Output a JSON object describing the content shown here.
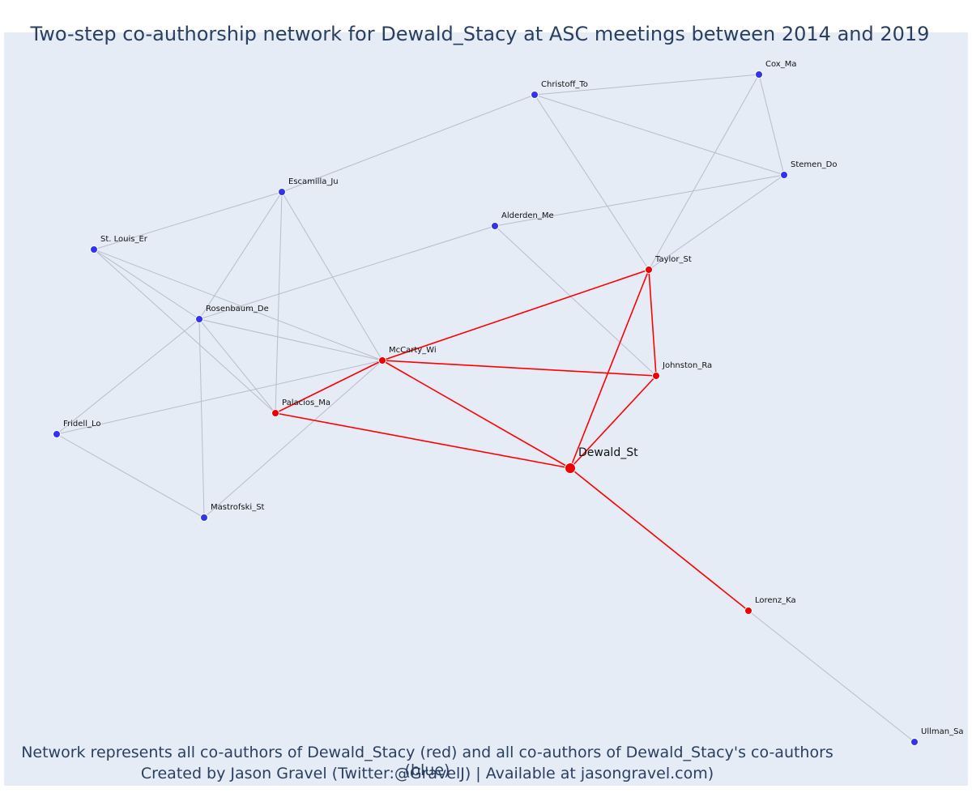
{
  "title": "Two-step co-authorship network for Dewald_Stacy at ASC meetings between 2014 and 2019",
  "caption": {
    "line1": "Network represents all co-authors of Dewald_Stacy (red) and all co-authors of Dewald_Stacy's co-authors (blue)",
    "line2": "Created by Jason Gravel (Twitter:@GravelJ) | Available at jasongravel.com)"
  },
  "colors": {
    "direct": "#ee0000",
    "indirect": "#3333ee",
    "edge_direct": "#ff0000",
    "edge_indirect": "#b8bccc",
    "background": "#e5ecf6"
  },
  "nodes": [
    {
      "id": "Dewald_St",
      "label": "Dewald_St",
      "group": "center"
    },
    {
      "id": "Taylor_St",
      "label": "Taylor_St",
      "group": "direct"
    },
    {
      "id": "Johnston_Ra",
      "label": "Johnston_Ra",
      "group": "direct"
    },
    {
      "id": "McCarty_Wi",
      "label": "McCarty_Wi",
      "group": "direct"
    },
    {
      "id": "Palacios_Ma",
      "label": "Palacios_Ma",
      "group": "direct"
    },
    {
      "id": "Lorenz_Ka",
      "label": "Lorenz_Ka",
      "group": "direct"
    },
    {
      "id": "Cox_Ma",
      "label": "Cox_Ma",
      "group": "indirect"
    },
    {
      "id": "Christoff_To",
      "label": "Christoff_To",
      "group": "indirect"
    },
    {
      "id": "Stemen_Do",
      "label": "Stemen_Do",
      "group": "indirect"
    },
    {
      "id": "Escamilla_Ju",
      "label": "Escamilla_Ju",
      "group": "indirect"
    },
    {
      "id": "Alderden_Me",
      "label": "Alderden_Me",
      "group": "indirect"
    },
    {
      "id": "St. Louis_Er",
      "label": "St. Louis_Er",
      "group": "indirect"
    },
    {
      "id": "Rosenbaum_De",
      "label": "Rosenbaum_De",
      "group": "indirect"
    },
    {
      "id": "Fridell_Lo",
      "label": "Fridell_Lo",
      "group": "indirect"
    },
    {
      "id": "Mastrofski_St",
      "label": "Mastrofski_St",
      "group": "indirect"
    },
    {
      "id": "Ullman_Sa",
      "label": "Ullman_Sa",
      "group": "indirect"
    }
  ],
  "edges": [
    [
      "Dewald_St",
      "Taylor_St"
    ],
    [
      "Dewald_St",
      "Johnston_Ra"
    ],
    [
      "Dewald_St",
      "McCarty_Wi"
    ],
    [
      "Dewald_St",
      "Palacios_Ma"
    ],
    [
      "Dewald_St",
      "Lorenz_Ka"
    ],
    [
      "Taylor_St",
      "Johnston_Ra"
    ],
    [
      "Taylor_St",
      "McCarty_Wi"
    ],
    [
      "McCarty_Wi",
      "Johnston_Ra"
    ],
    [
      "McCarty_Wi",
      "Palacios_Ma"
    ],
    [
      "Christoff_To",
      "Cox_Ma"
    ],
    [
      "Christoff_To",
      "Stemen_Do"
    ],
    [
      "Christoff_To",
      "Taylor_St"
    ],
    [
      "Christoff_To",
      "Escamilla_Ju"
    ],
    [
      "Cox_Ma",
      "Stemen_Do"
    ],
    [
      "Cox_Ma",
      "Taylor_St"
    ],
    [
      "Stemen_Do",
      "Taylor_St"
    ],
    [
      "Stemen_Do",
      "Alderden_Me"
    ],
    [
      "Alderden_Me",
      "Johnston_Ra"
    ],
    [
      "Alderden_Me",
      "Rosenbaum_De"
    ],
    [
      "Escamilla_Ju",
      "St. Louis_Er"
    ],
    [
      "Escamilla_Ju",
      "Rosenbaum_De"
    ],
    [
      "Escamilla_Ju",
      "Palacios_Ma"
    ],
    [
      "Escamilla_Ju",
      "McCarty_Wi"
    ],
    [
      "St. Louis_Er",
      "Rosenbaum_De"
    ],
    [
      "St. Louis_Er",
      "Palacios_Ma"
    ],
    [
      "St. Louis_Er",
      "McCarty_Wi"
    ],
    [
      "Rosenbaum_De",
      "McCarty_Wi"
    ],
    [
      "Rosenbaum_De",
      "Palacios_Ma"
    ],
    [
      "Rosenbaum_De",
      "Fridell_Lo"
    ],
    [
      "Rosenbaum_De",
      "Mastrofski_St"
    ],
    [
      "Fridell_Lo",
      "McCarty_Wi"
    ],
    [
      "Fridell_Lo",
      "Mastrofski_St"
    ],
    [
      "Mastrofski_St",
      "McCarty_Wi"
    ],
    [
      "Lorenz_Ka",
      "Ullman_Sa"
    ]
  ]
}
